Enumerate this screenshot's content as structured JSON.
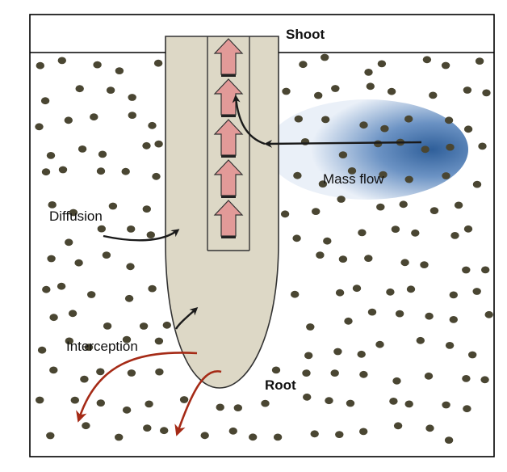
{
  "labels": {
    "shoot": "Shoot",
    "root": "Root",
    "mass_flow": "Mass flow",
    "diffusion": "Diffusion",
    "interception": "Interception"
  },
  "colors": {
    "frame": "#000000",
    "root_fill": "#ddd8c6",
    "root_stroke": "#333333",
    "particle": "#4a4632",
    "xylem_arrow_fill": "#e29a98",
    "xylem_arrow_stroke": "#333333",
    "mass_flow_core": "#2f5f9a",
    "mass_flow_edge": "#e8eef7",
    "black_arrow": "#1a1a1a",
    "interception_arrow": "#a52a16"
  },
  "icons": {
    "xylem_arrows": "up-arrow",
    "diffusion_arrows": "curved-arrow",
    "interception_arrows": "curved-arrow"
  }
}
